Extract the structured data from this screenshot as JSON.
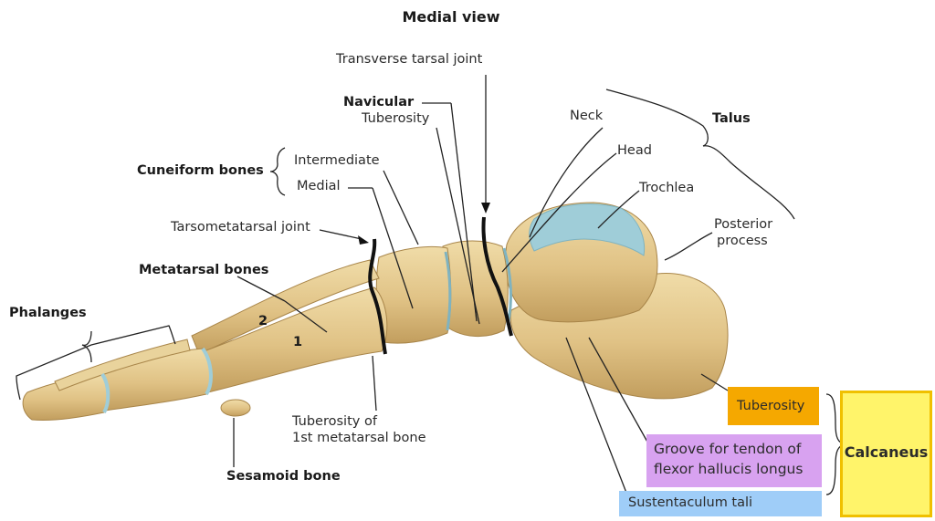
{
  "diagram": {
    "title": "Medial view",
    "labels": {
      "transverse_tarsal_joint": "Transverse tarsal joint",
      "navicular": "Navicular",
      "tuberosity_navicular": "Tuberosity",
      "neck": "Neck",
      "talus": "Talus",
      "head": "Head",
      "trochlea": "Trochlea",
      "cuneiform_bones": "Cuneiform bones",
      "intermediate": "Intermediate",
      "medial": "Medial",
      "tarsometatarsal_joint": "Tarsometatarsal joint",
      "posterior_process_line1": "Posterior",
      "posterior_process_line2": "process",
      "metatarsal_bones": "Metatarsal bones",
      "phalanges": "Phalanges",
      "digit_2": "2",
      "digit_1": "1",
      "tuberosity_1st_line1": "Tuberosity of",
      "tuberosity_1st_line2": "1st metatarsal bone",
      "sesamoid_bone": "Sesamoid bone"
    },
    "boxes": {
      "tuberosity_calcaneus": "Tuberosity",
      "groove_line1": "Groove for tendon of",
      "groove_line2": "flexor hallucis longus",
      "sustentaculum_tali": "Sustentaculum tali",
      "calcaneus": "Calcaneus"
    },
    "colors": {
      "bone": "#e3c88a",
      "bone_shadow": "#c4a262",
      "cartilage": "#9fcdd8",
      "tuberosity_box": "#f5a800",
      "groove_box": "#d8a2f0",
      "sustentaculum_box": "#9fcdf8",
      "calcaneus_box": "#fff46a",
      "calcaneus_border": "#f0c000"
    }
  }
}
